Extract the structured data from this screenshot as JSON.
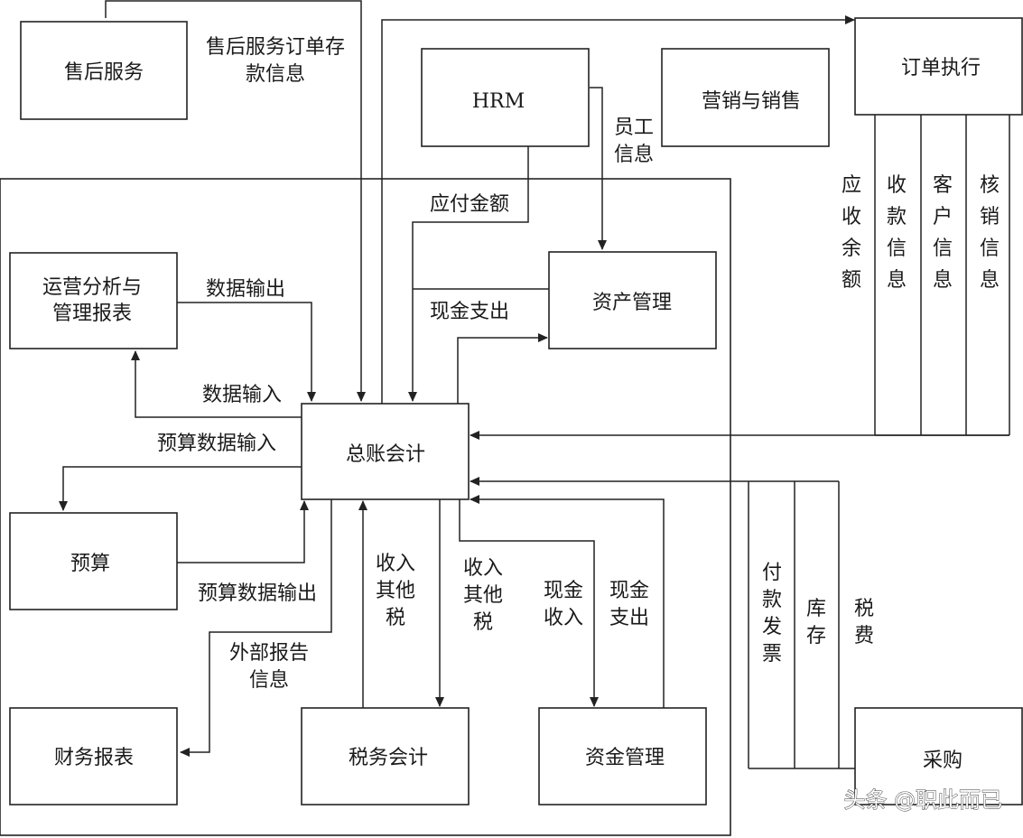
{
  "diagram": {
    "boxes": {
      "after_sales": "售后服务",
      "hrm": "HRM",
      "marketing": "营销与销售",
      "order_execution": "订单执行",
      "operations": [
        "运营分析与",
        "管理报表"
      ],
      "asset_mgmt": "资产管理",
      "general_ledger": "总账会计",
      "budget": "预算",
      "financial_statements": "财务报表",
      "tax_accounting": "税务会计",
      "fund_mgmt": "资金管理",
      "procurement": "采购"
    },
    "labels": {
      "after_sales_order": [
        "售后服务订单存",
        "款信息"
      ],
      "employee_info": [
        "员工",
        "信息"
      ],
      "payable": "应付金额",
      "cash_out_asset": "现金支出",
      "data_output": "数据输出",
      "data_input": "数据输入",
      "budget_input": "预算数据输入",
      "budget_output": "预算数据输出",
      "external_report": [
        "外部报告",
        "信息"
      ],
      "income_tax_up": [
        "收入",
        "其他",
        "税"
      ],
      "income_tax_down": [
        "收入",
        "其他",
        "税"
      ],
      "cash_in": [
        "现金",
        "收入"
      ],
      "cash_out_fund": [
        "现金",
        "支出"
      ],
      "receivable": [
        "应",
        "收",
        "余",
        "额"
      ],
      "collection": [
        "收",
        "款",
        "信",
        "息"
      ],
      "customer": [
        "客",
        "户",
        "信",
        "息"
      ],
      "writeoff": [
        "核",
        "销",
        "信",
        "息"
      ],
      "invoice": [
        "付",
        "款",
        "发",
        "票"
      ],
      "inventory": [
        "库",
        "存"
      ],
      "taxes": [
        "税",
        "费"
      ]
    },
    "watermark": "头条 @职此而已"
  }
}
